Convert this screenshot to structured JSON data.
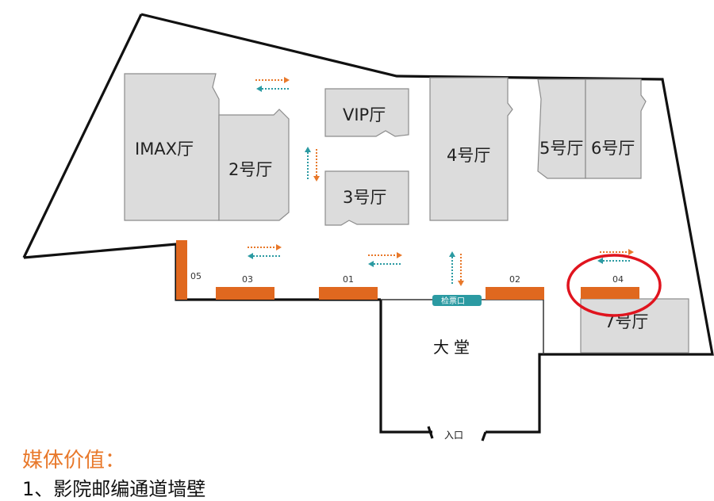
{
  "halls": {
    "imax": "IMAX厅",
    "h2": "2号厅",
    "vip": "VIP厅",
    "h3": "3号厅",
    "h4": "4号厅",
    "h5": "5号厅",
    "h6": "6号厅",
    "h7": "7号厅"
  },
  "billboards": {
    "b05": "05",
    "b03": "03",
    "b01": "01",
    "b02": "02",
    "b04": "04"
  },
  "checkpoint": "检票口",
  "lobby": "大堂",
  "entrance": "入口",
  "highlight": {
    "target": "04",
    "color": "#e0141e"
  },
  "colors": {
    "billboard": "#e0681f",
    "accent": "#e8782a",
    "teal": "#2b9aa2",
    "hall": "#dcdcdc"
  },
  "media": {
    "title": "媒体价值：",
    "item": "1、影院邮编通道墙壁"
  }
}
